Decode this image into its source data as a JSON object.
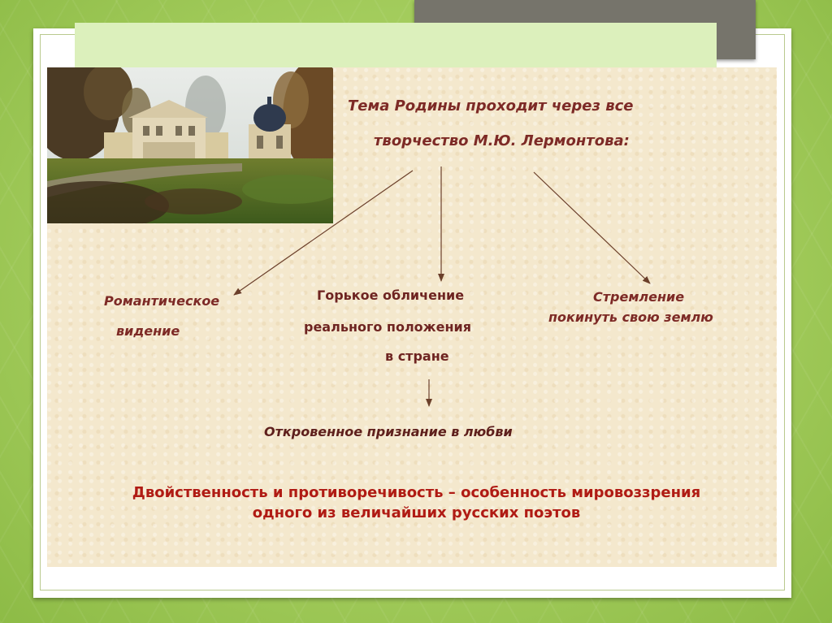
{
  "heading": {
    "line1": "Тема Родины проходит через все",
    "line2": "творчество М.Ю. Лермонтова:"
  },
  "branches": {
    "romantic": {
      "line1": "Романтическое",
      "line2": "видение"
    },
    "bitter": {
      "line1": "Горькое обличение",
      "line2": "реального положения",
      "line3": "в стране"
    },
    "desire": {
      "line1": "Стремление",
      "line2": "покинуть свою землю"
    }
  },
  "confession": "Откровенное признание в любви",
  "conclusion": {
    "line1": "Двойственность и противоречивость – особенность мировоззрения",
    "line2": "одного из величайших русских поэтов"
  },
  "colors": {
    "background": "#a3cc5c",
    "panel": "#f4e8cd",
    "text_dark_red": "#7d2a26",
    "text_bright_red": "#b01b14",
    "arrow": "#6b3f2a",
    "title_tab": "#76746b",
    "title_band": "#dcf0bc"
  }
}
